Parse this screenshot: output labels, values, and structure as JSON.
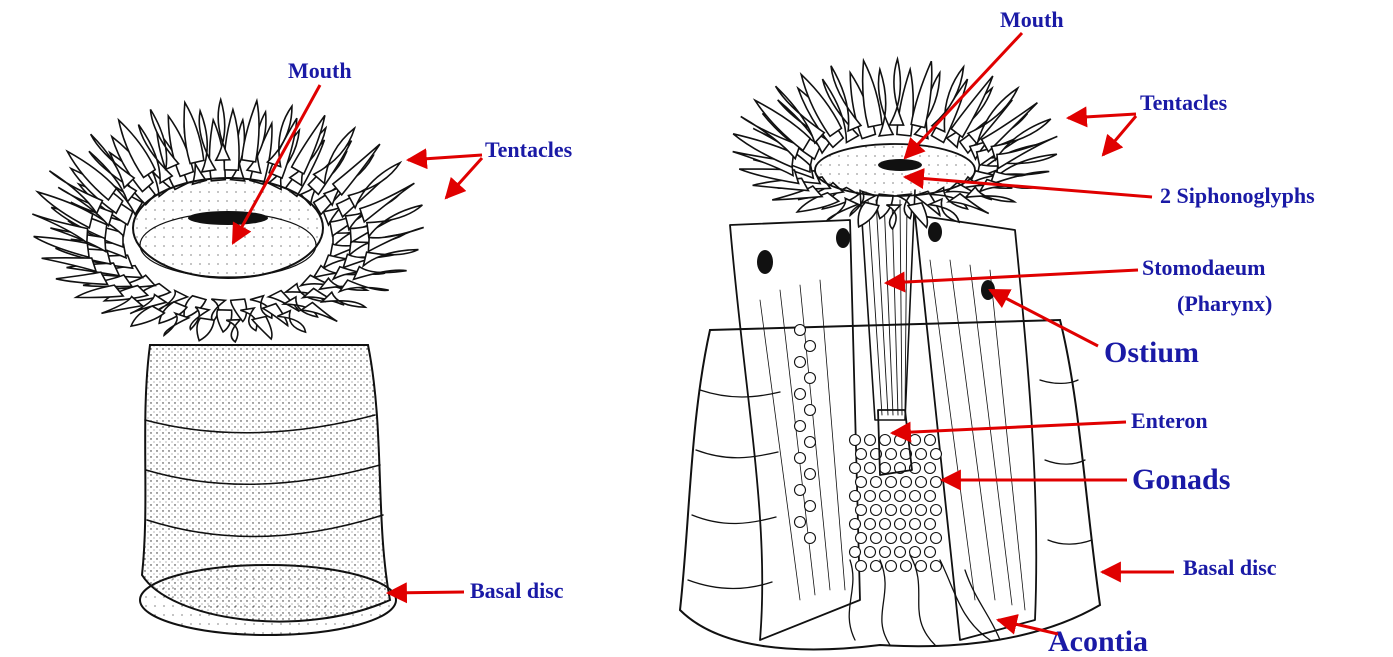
{
  "left_figure": {
    "labels": {
      "mouth": "Mouth",
      "tentacles": "Tentacles",
      "basal_disc": "Basal disc"
    }
  },
  "right_figure": {
    "labels": {
      "mouth": "Mouth",
      "tentacles": "Tentacles",
      "siphonoglyphs": "2 Siphonoglyphs",
      "stomodaeum": "Stomodaeum",
      "pharynx": "(Pharynx)",
      "ostium": "Ostium",
      "enteron": "Enteron",
      "gonads": "Gonads",
      "basal_disc": "Basal disc",
      "acontia": "Acontia"
    }
  },
  "colors": {
    "label_text": "#1a1aa6",
    "arrow": "#e00000",
    "ink": "#111111",
    "background": "#ffffff"
  }
}
